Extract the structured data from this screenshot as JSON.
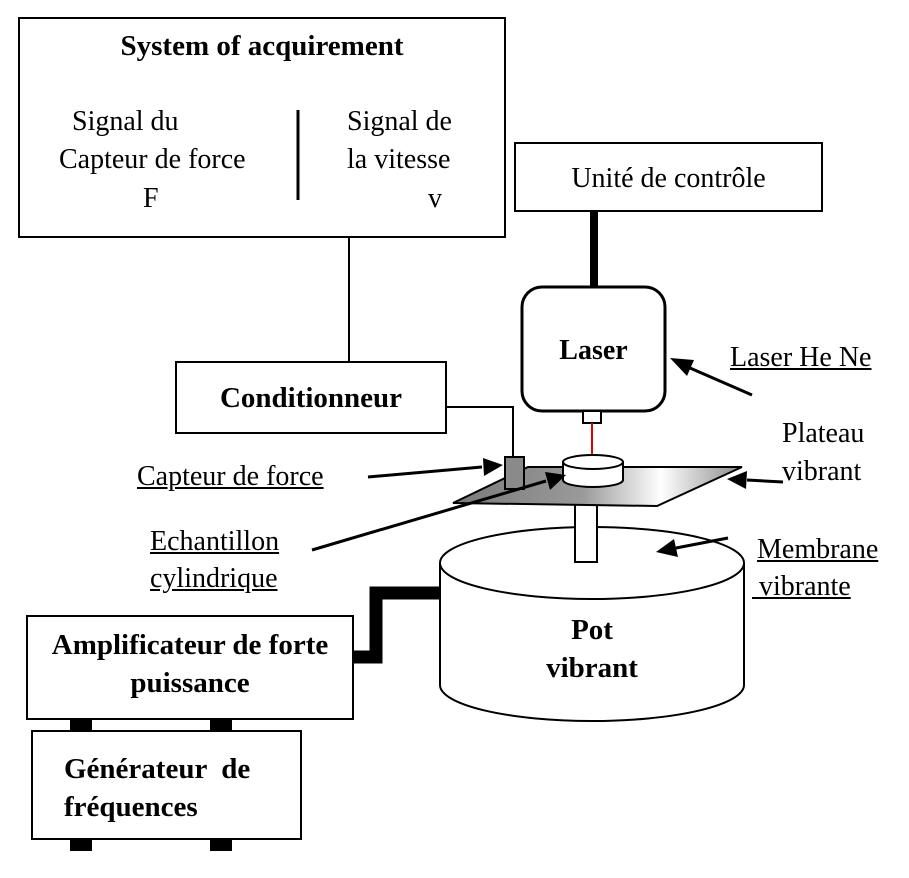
{
  "acquisition": {
    "title": "System of acquirement",
    "force_signal": [
      "Signal du",
      "Capteur de force",
      "F"
    ],
    "velocity_signal": [
      "Signal de",
      "la vitesse",
      "v"
    ]
  },
  "control_unit": "Unité de contrôle",
  "laser": "Laser",
  "laser_label": "Laser He Ne",
  "conditioner": "Conditionneur",
  "force_sensor_label": "Capteur de force",
  "plate_label": [
    "Plateau",
    "vibrant"
  ],
  "sample_label": [
    "Echantillon",
    "cylindrique"
  ],
  "membrane_label": [
    "Membrane",
    " vibrante"
  ],
  "shaker": [
    "Pot",
    "vibrant"
  ],
  "amplifier": [
    "Amplificateur de forte",
    "puissance"
  ],
  "generator": [
    "Générateur  de",
    "fréquences"
  ],
  "colors": {
    "laser_beam": "#e00000",
    "outline": "#000000",
    "plate_fill": "#8a8a8a"
  }
}
